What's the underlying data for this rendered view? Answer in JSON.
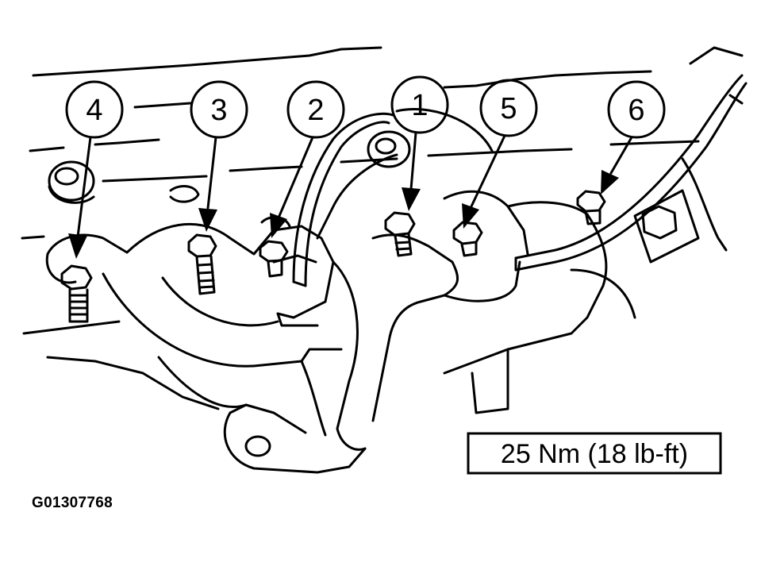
{
  "callouts": [
    {
      "id": "4",
      "label": "4"
    },
    {
      "id": "3",
      "label": "3"
    },
    {
      "id": "2",
      "label": "2"
    },
    {
      "id": "1",
      "label": "1"
    },
    {
      "id": "5",
      "label": "5"
    },
    {
      "id": "6",
      "label": "6"
    }
  ],
  "torque_spec": "25 Nm (18 lb-ft)",
  "figure_id": "G01307768"
}
